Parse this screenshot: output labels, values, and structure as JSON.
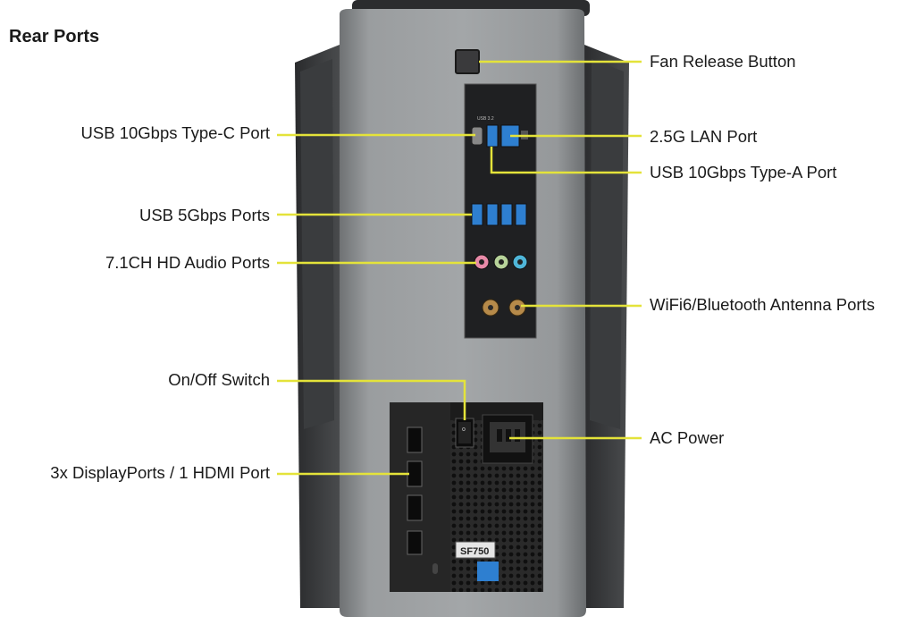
{
  "title": "Rear Ports",
  "labels": {
    "fan_release": "Fan Release Button",
    "usb_typec": "USB 10Gbps Type-C Port",
    "lan": "2.5G LAN Port",
    "usb_typea": "USB 10Gbps Type-A Port",
    "usb5": "USB 5Gbps Ports",
    "audio": "7.1CH HD Audio Ports",
    "antenna": "WiFi6/Bluetooth Antenna Ports",
    "onoff": "On/Off Switch",
    "ac": "AC Power",
    "display": "3x DisplayPorts / 1 HDMI Port"
  },
  "device_text": {
    "usb_header": "USB 3.2",
    "psu_model": "SF750"
  },
  "colors": {
    "leader": "#e4e33a",
    "chassis": "#8e9193",
    "usb_blue": "#2e7fd0",
    "psu_black": "#1c1c1c"
  }
}
